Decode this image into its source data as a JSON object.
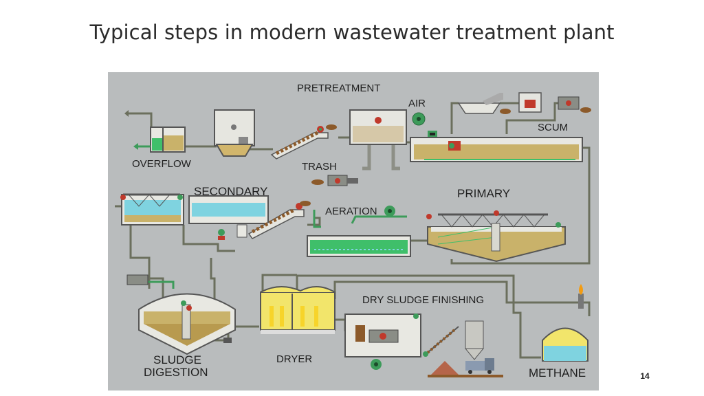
{
  "slide": {
    "title": "Typical steps in modern wastewater treatment plant",
    "page_number": "14"
  },
  "diagram": {
    "labels": {
      "pretreatment": "PRETREATMENT",
      "air": "AIR",
      "scum": "SCUM",
      "overflow": "OVERFLOW",
      "trash": "TRASH",
      "secondary": "SECONDARY",
      "primary": "PRIMARY",
      "aeration": "AERATION",
      "dry_sludge_finishing": "DRY SLUDGE FINISHING",
      "sludge": "SLUDGE",
      "digestion": "DIGESTION",
      "dryer": "DRYER",
      "methane": "METHANE"
    },
    "colors": {
      "background": "#b9bcbd",
      "pipe": "#6b6f5d",
      "water": "#7fd3e0",
      "sludge": "#bfa35a",
      "pump_green": "#3d9b5a",
      "pump_red": "#c0392b",
      "dryer_yellow": "#f2e56b",
      "flame": "#f39c12"
    }
  }
}
